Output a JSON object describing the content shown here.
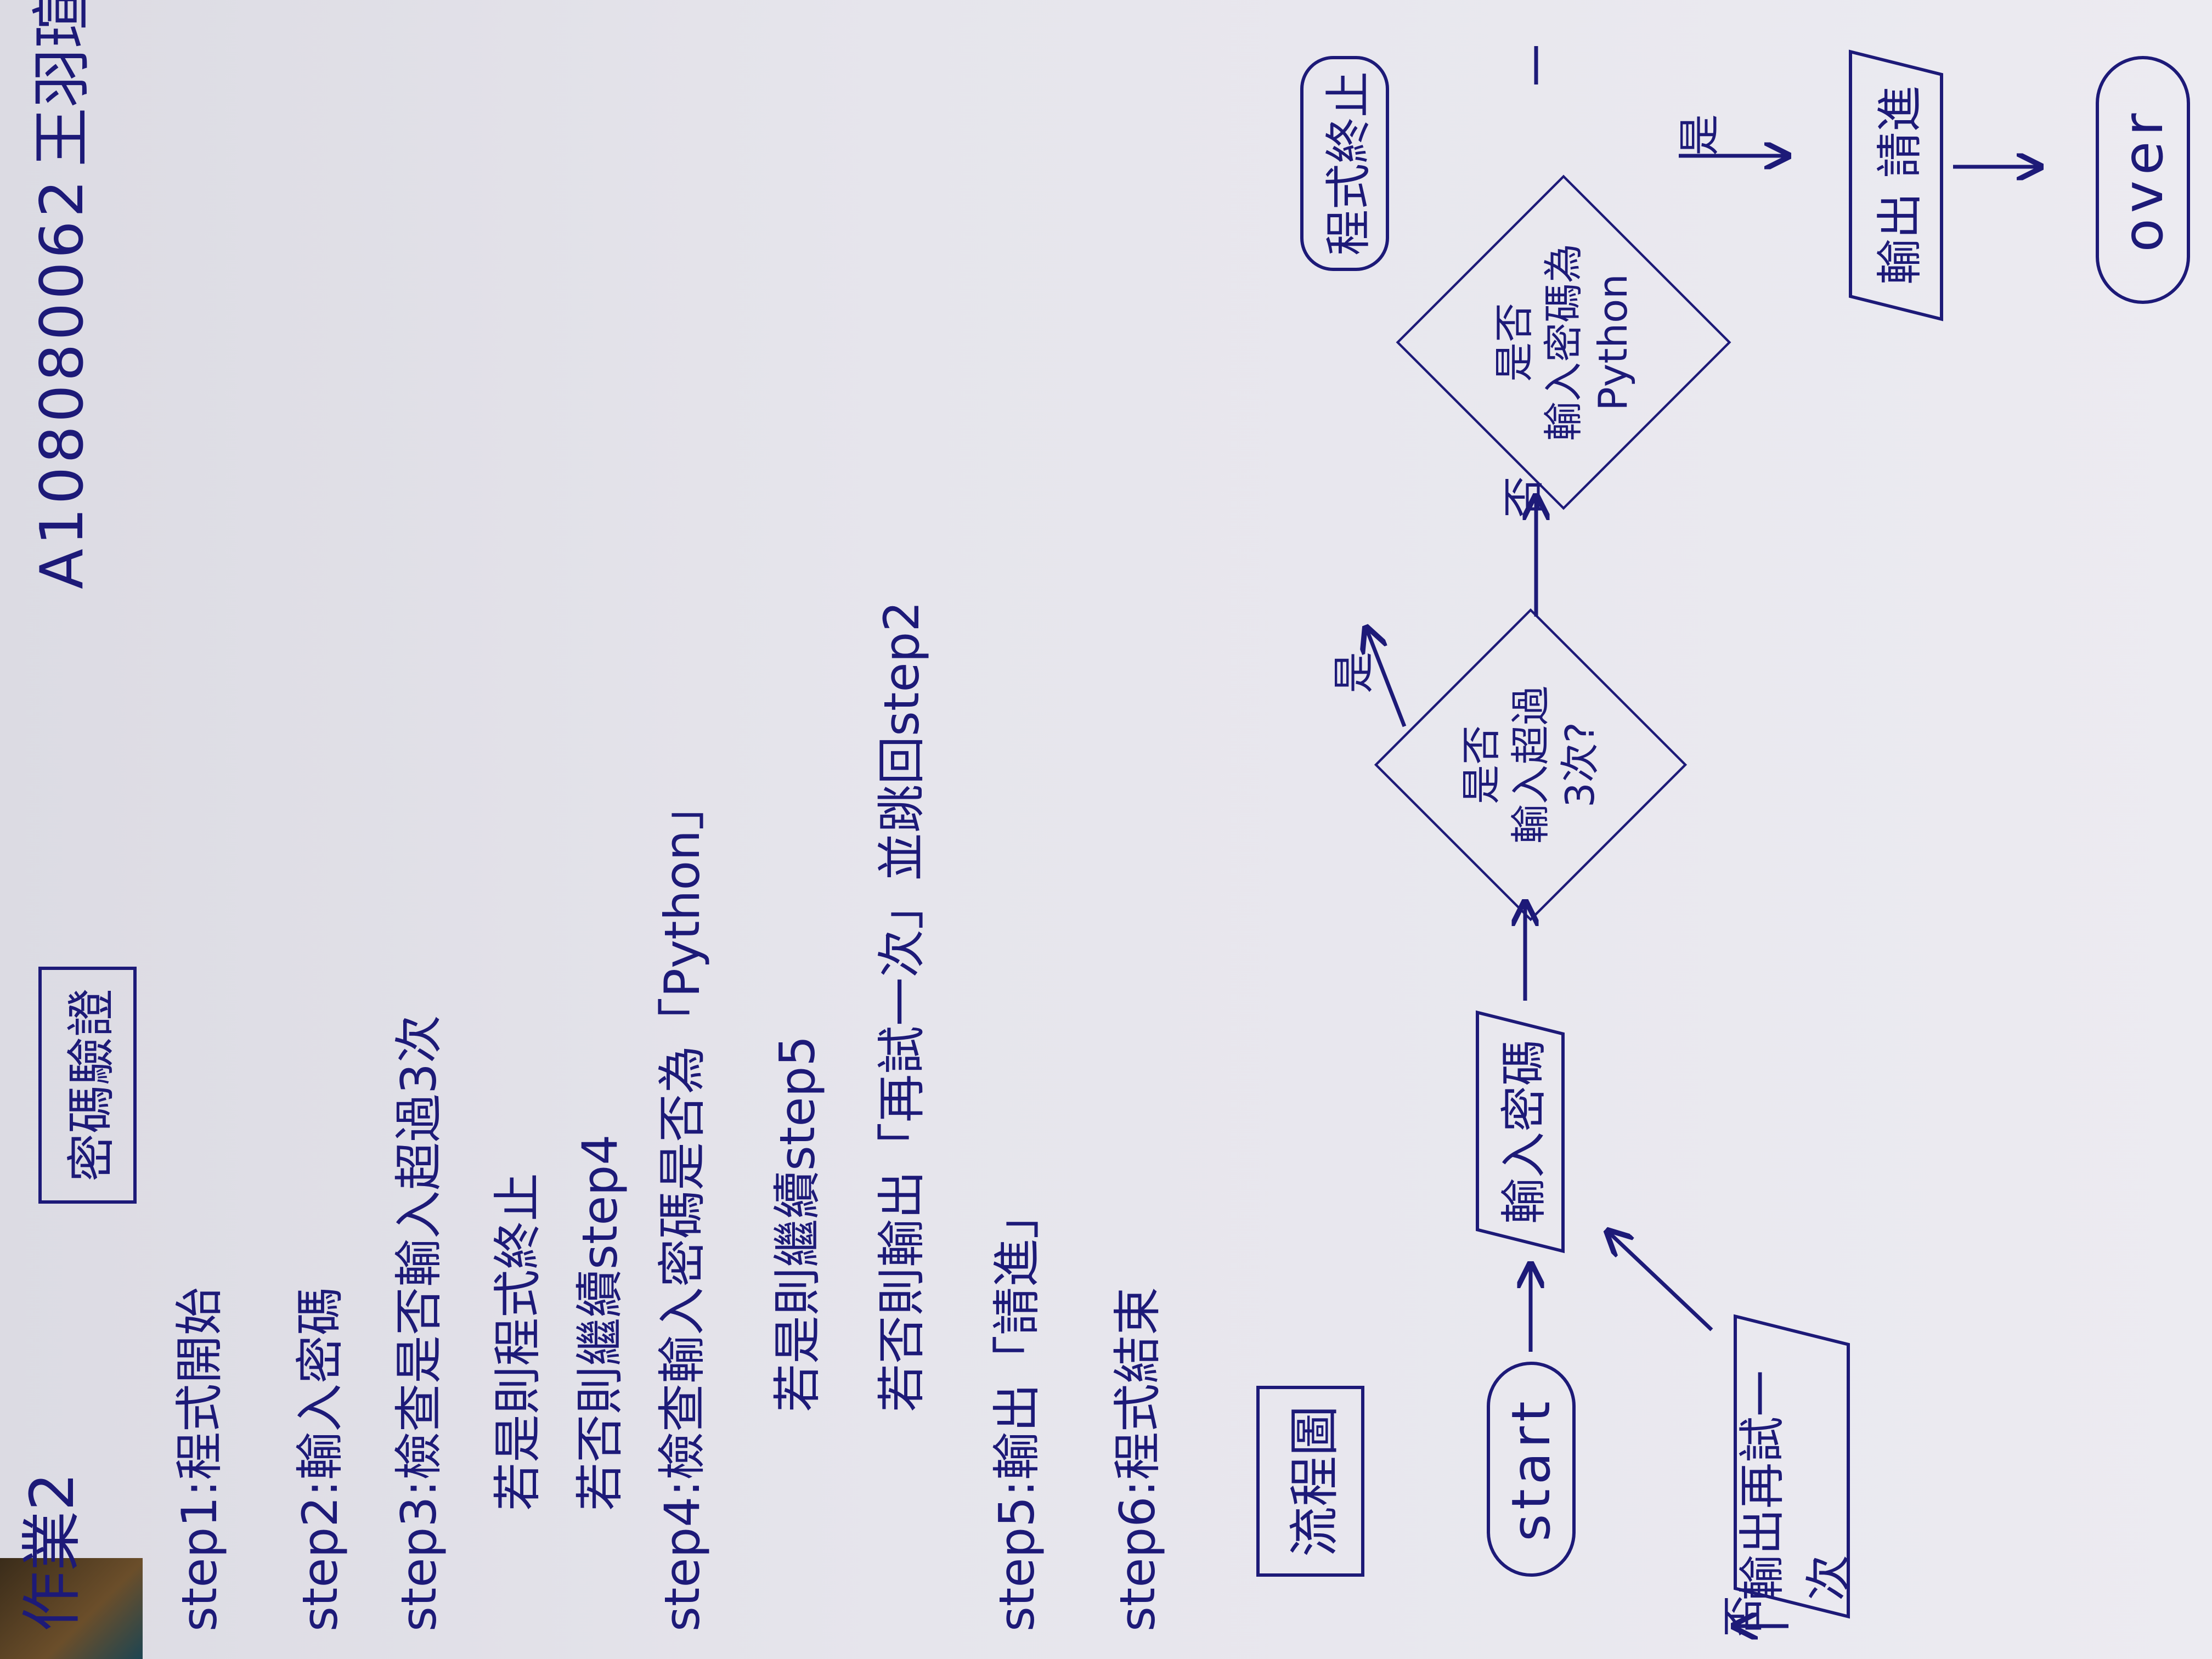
{
  "document": {
    "homework_title": "作業2",
    "boxed_title": "密碼驗證",
    "student_id": "A108080062",
    "student_name": "王羽瑄",
    "steps": [
      "step1:程式開始",
      "step2:輸入密碼",
      "step3:檢查是否輸入超過3次",
      "若是則程式終止",
      "若否則繼續step4",
      "step4:檢查輸入密碼是否為「Python」",
      "若是則繼續step5",
      "若否則輸出「再試一次」並跳回step2",
      "step5:輸出「請進」",
      "step6:程式結束"
    ]
  },
  "flowchart": {
    "heading": "流程圖",
    "start": "start",
    "input_password": "輸入密碼",
    "check_count_lines": [
      "是否",
      "輸入超過",
      "3次?"
    ],
    "terminate": "程式終止",
    "check_password_lines": [
      "是否",
      "輸入密碼為",
      "Python"
    ],
    "output_enter": "輸出 請進",
    "over": "over",
    "output_retry": "輸出再試一次",
    "yes_label": "是",
    "no_label": "否",
    "yes_label_2": "是",
    "no_label_2": "否"
  }
}
